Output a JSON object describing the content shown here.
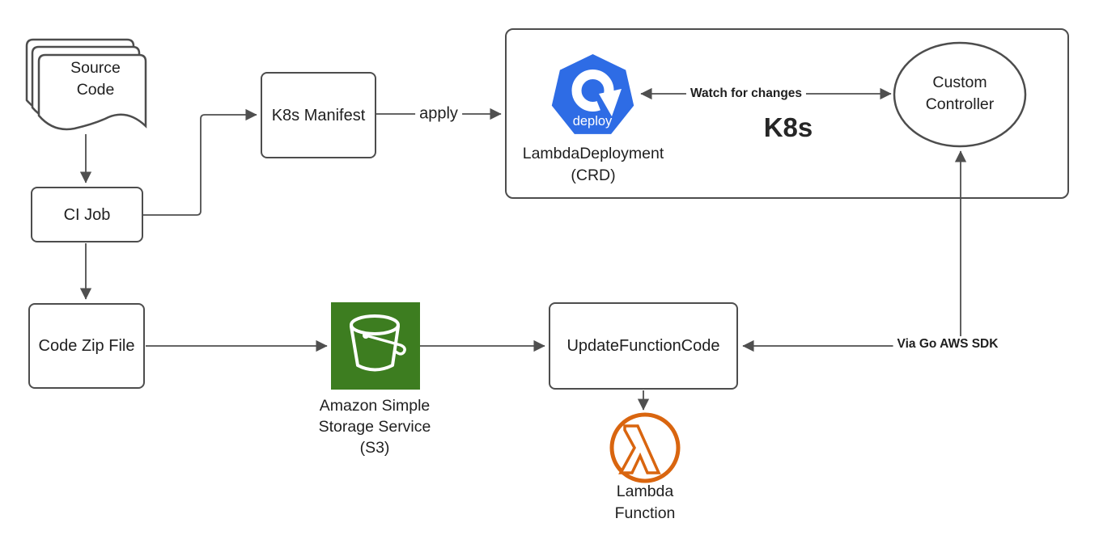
{
  "diagram_title": "LambdaDeployment K8s CRD flow",
  "colors": {
    "k8s_blue": "#2e6ce5",
    "s3_green": "#3d7d20",
    "lambda_orange": "#d9650f",
    "line_gray": "#4f4f4f",
    "border_gray": "#4d4d4d",
    "text": "#1f1f1f"
  },
  "nodes": {
    "source_code": {
      "label": "Source Code"
    },
    "ci_job": {
      "label": "CI Job"
    },
    "k8s_manifest": {
      "label": "K8s Manifest"
    },
    "code_zip_file": {
      "label": "Code Zip File"
    },
    "k8s_container": {
      "label": "K8s"
    },
    "deploy_icon": {
      "label": "deploy"
    },
    "lambda_deployment": {
      "label": "LambdaDeployment (CRD)"
    },
    "custom_controller": {
      "label": "Custom Controller"
    },
    "update_function_code": {
      "label": "UpdateFunctionCode"
    },
    "s3": {
      "label": "Amazon Simple Storage Service (S3)"
    },
    "lambda_function": {
      "label": "Lambda Function"
    }
  },
  "edges": {
    "apply": {
      "label": "apply"
    },
    "watch_for_changes": {
      "label": "Watch for changes"
    },
    "via_go_aws_sdk": {
      "label": "Via Go AWS SDK"
    }
  },
  "icons": {
    "source_code_icon": "multi-document",
    "k8s_deploy_icon": "kubernetes-heptagon-rotate-arrow",
    "s3_icon": "green-bucket",
    "lambda_icon": "orange-lambda-circle"
  }
}
